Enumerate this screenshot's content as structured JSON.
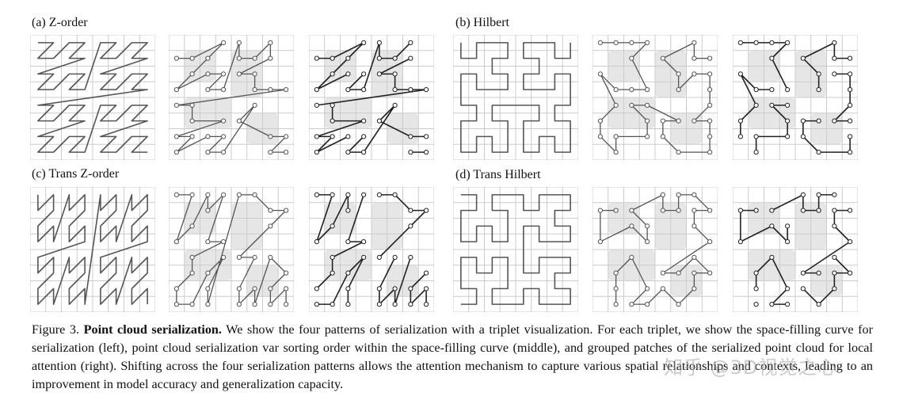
{
  "labels": {
    "a": "(a) Z-order",
    "b": "(b) Hilbert",
    "c": "(c) Trans Z-order",
    "d": "(d) Trans Hilbert"
  },
  "caption": {
    "prefix": "Figure 3.",
    "title": "Point cloud serialization.",
    "body": "We show the four patterns of serialization with a triplet visualization. For each triplet, we show the space-filling curve for serialization (left), point cloud serialization var sorting order within the space-filling curve (middle), and grouped patches of the serialized point cloud for local attention (right). Shifting across the four serialization patterns allows the attention mechanism to capture various spatial relationships and contexts, leading to an improvement in model accuracy and generalization capacity."
  },
  "watermark": "知乎 @3D视觉之心",
  "colors": {
    "grid": "#cccccc",
    "curve": "#555555",
    "shape": "#e6e6e6",
    "dark": "#222222"
  }
}
